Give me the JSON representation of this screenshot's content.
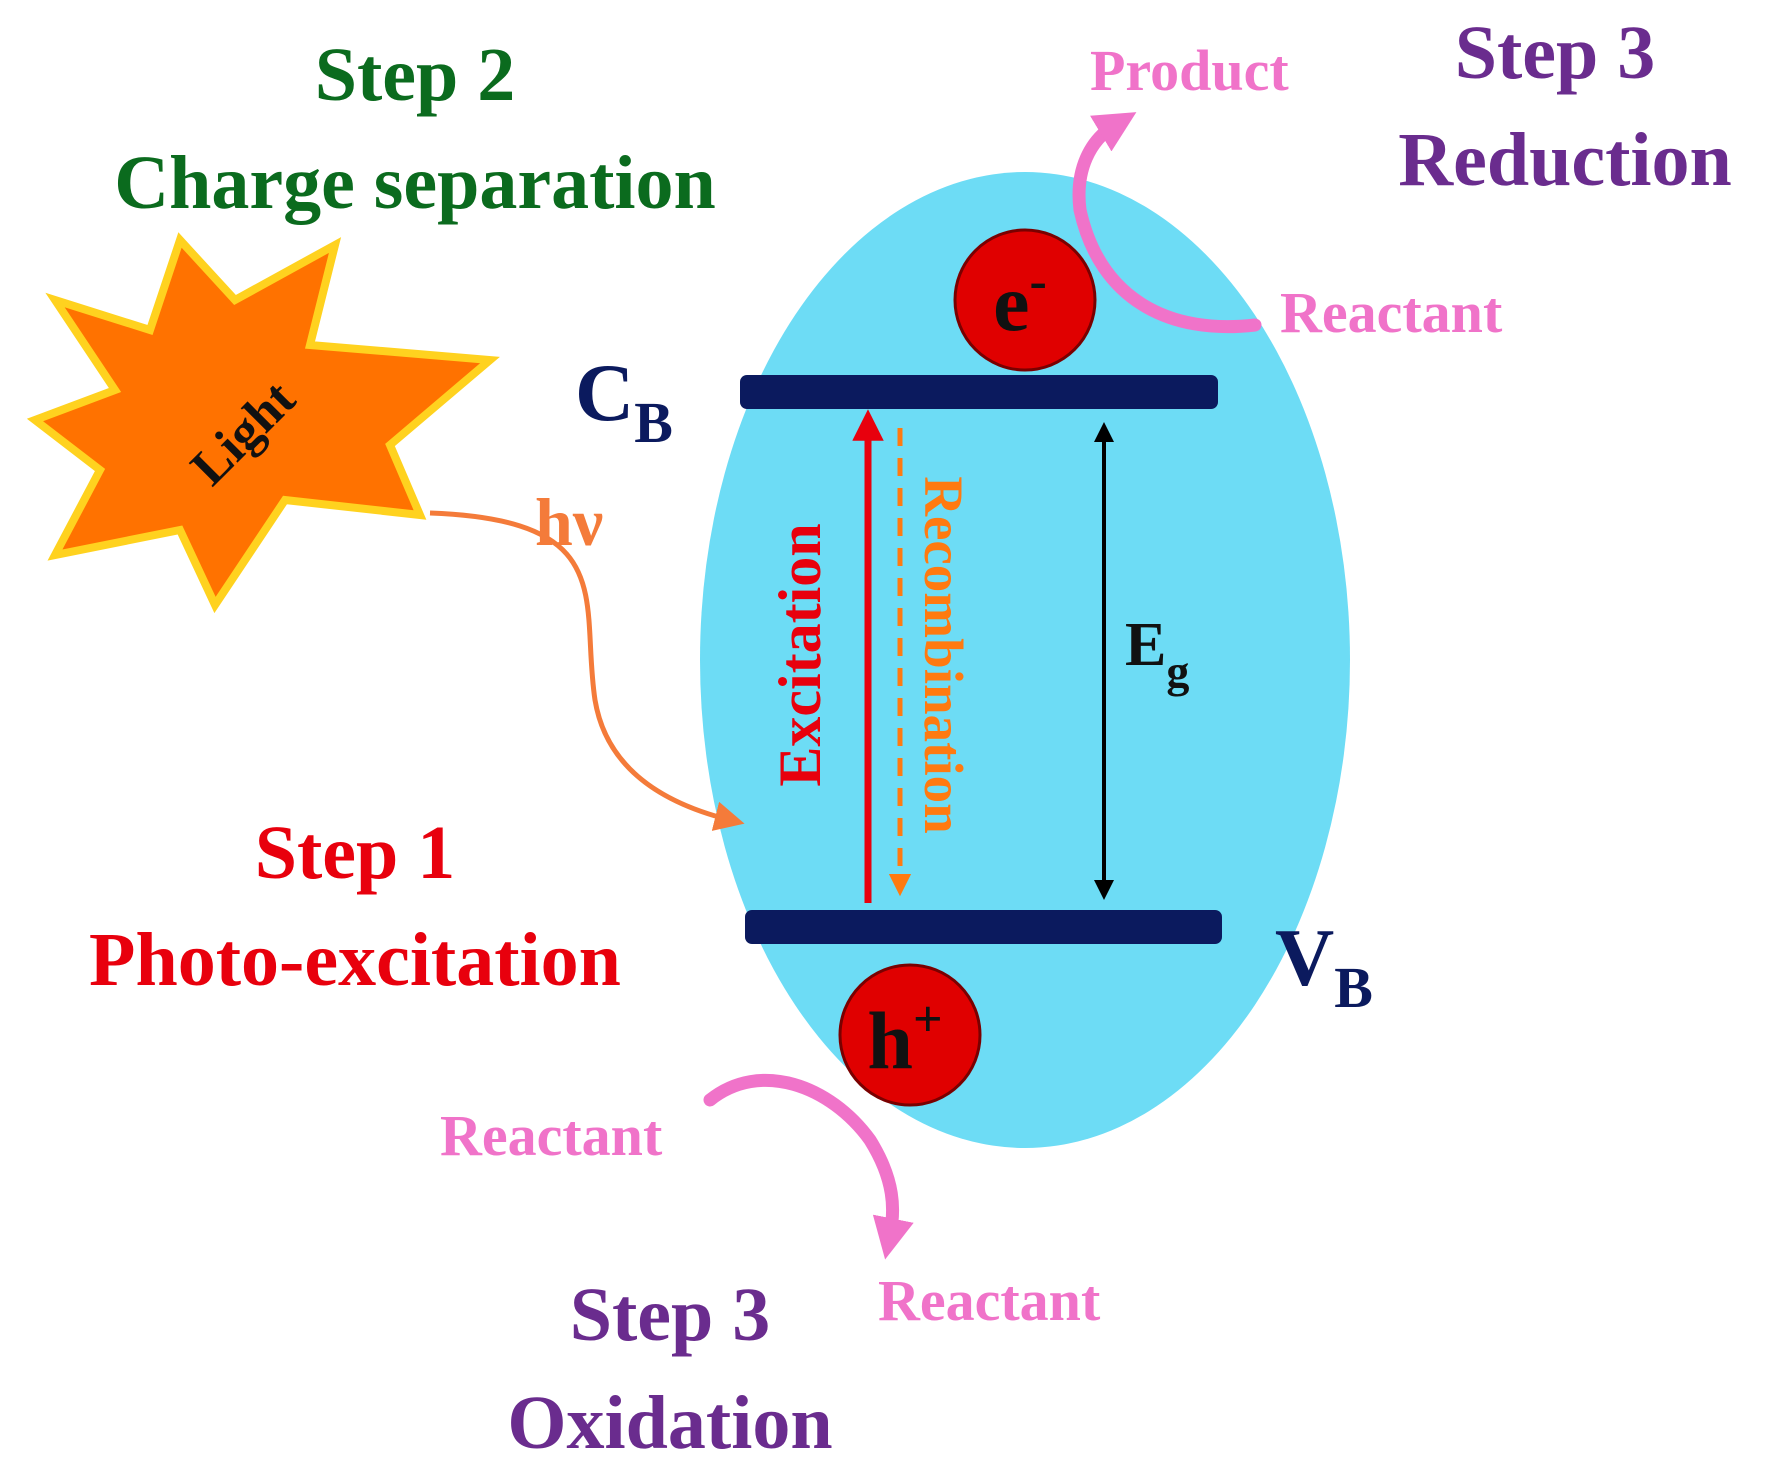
{
  "steps": {
    "step2": {
      "line1": "Step 2",
      "line2": "Charge separation"
    },
    "step1": {
      "line1": "Step 1",
      "line2": "Photo-excitation"
    },
    "step3_reduction": {
      "line1": "Step 3",
      "line2": "Reduction"
    },
    "step3_oxidation": {
      "line1": "Step 3",
      "line2": "Oxidation"
    }
  },
  "light": {
    "label": "Light",
    "photon": "hν"
  },
  "bands": {
    "cb_main": "C",
    "cb_sub": "B",
    "vb_main": "V",
    "vb_sub": "B",
    "eg_main": "E",
    "eg_sub": "g"
  },
  "carriers": {
    "electron_main": "e",
    "electron_sup": "-",
    "hole_main": "h",
    "hole_sup": "+"
  },
  "transitions": {
    "excitation": "Excitation",
    "recombination": "Recombination"
  },
  "reactions": {
    "reduction_product": "Product",
    "reduction_reactant": "Reactant",
    "oxidation_reactant_in": "Reactant",
    "oxidation_reactant_out": "Reactant"
  },
  "colors": {
    "step1": "#e8000d",
    "step2": "#0b6b1e",
    "step3": "#6a2c8e",
    "particle": "#ff2b5b",
    "ellipse": "#6ddcf5",
    "band": "#0b1a5e",
    "light": "#ff7200",
    "light_border": "#ffd21f",
    "photon_arrow": "#f47b3a",
    "excitation": "#e8000d",
    "recombination": "#ff7a10",
    "carrier": "#e00000",
    "reaction": "#f073c9"
  }
}
